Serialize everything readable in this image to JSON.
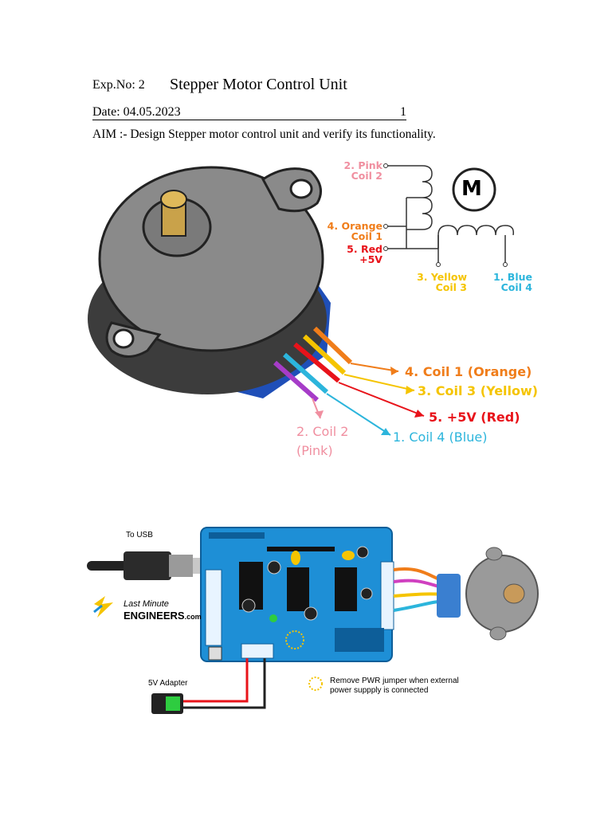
{
  "header": {
    "exp_no": "Exp.No: 2",
    "title": "Stepper Motor Control Unit",
    "date": "Date: 04.05.2023",
    "page_number": "1",
    "aim": "AIM :- Design Stepper motor control unit and verify its functionality."
  },
  "schematic": {
    "motor_symbol": "M",
    "pink_line1": "2. Pink",
    "pink_line2": "Coil 2",
    "orange_line1": "4. Orange",
    "orange_line2": "Coil 1",
    "red_line1": "5. Red",
    "red_line2": "+5V",
    "yellow_line1": "3. Yellow",
    "yellow_line2": "Coil 3",
    "blue_line1": "1. Blue",
    "blue_line2": "Coil 4"
  },
  "wire_labels": {
    "orange": "4. Coil 1 (Orange)",
    "yellow": "3. Coil 3 (Yellow)",
    "red": "5. +5V (Red)",
    "pink_line1": "2. Coil 2",
    "pink_line2": "(Pink)",
    "blue": "1. Coil 4 (Blue)"
  },
  "wiring_diagram": {
    "to_usb": "To USB",
    "brand_line1": "Last Minute",
    "brand_line2": "ENGINEERS",
    "brand_suffix": ".com",
    "adapter": "5V Adapter",
    "note_line1": "Remove PWR jumper when external",
    "note_line2": "power suppply is connected"
  },
  "colors": {
    "pink": "#f08fa0",
    "orange": "#f07d1a",
    "red": "#e8131a",
    "yellow": "#f5c400",
    "blue": "#2cb5dc",
    "board": "#1e8fd6"
  },
  "icons": [
    "stepper-motor-photo",
    "motor-symbol-icon",
    "usb-cable-icon",
    "dc-barrel-jack-icon",
    "motor-shield-board",
    "lightning-logo-icon"
  ]
}
